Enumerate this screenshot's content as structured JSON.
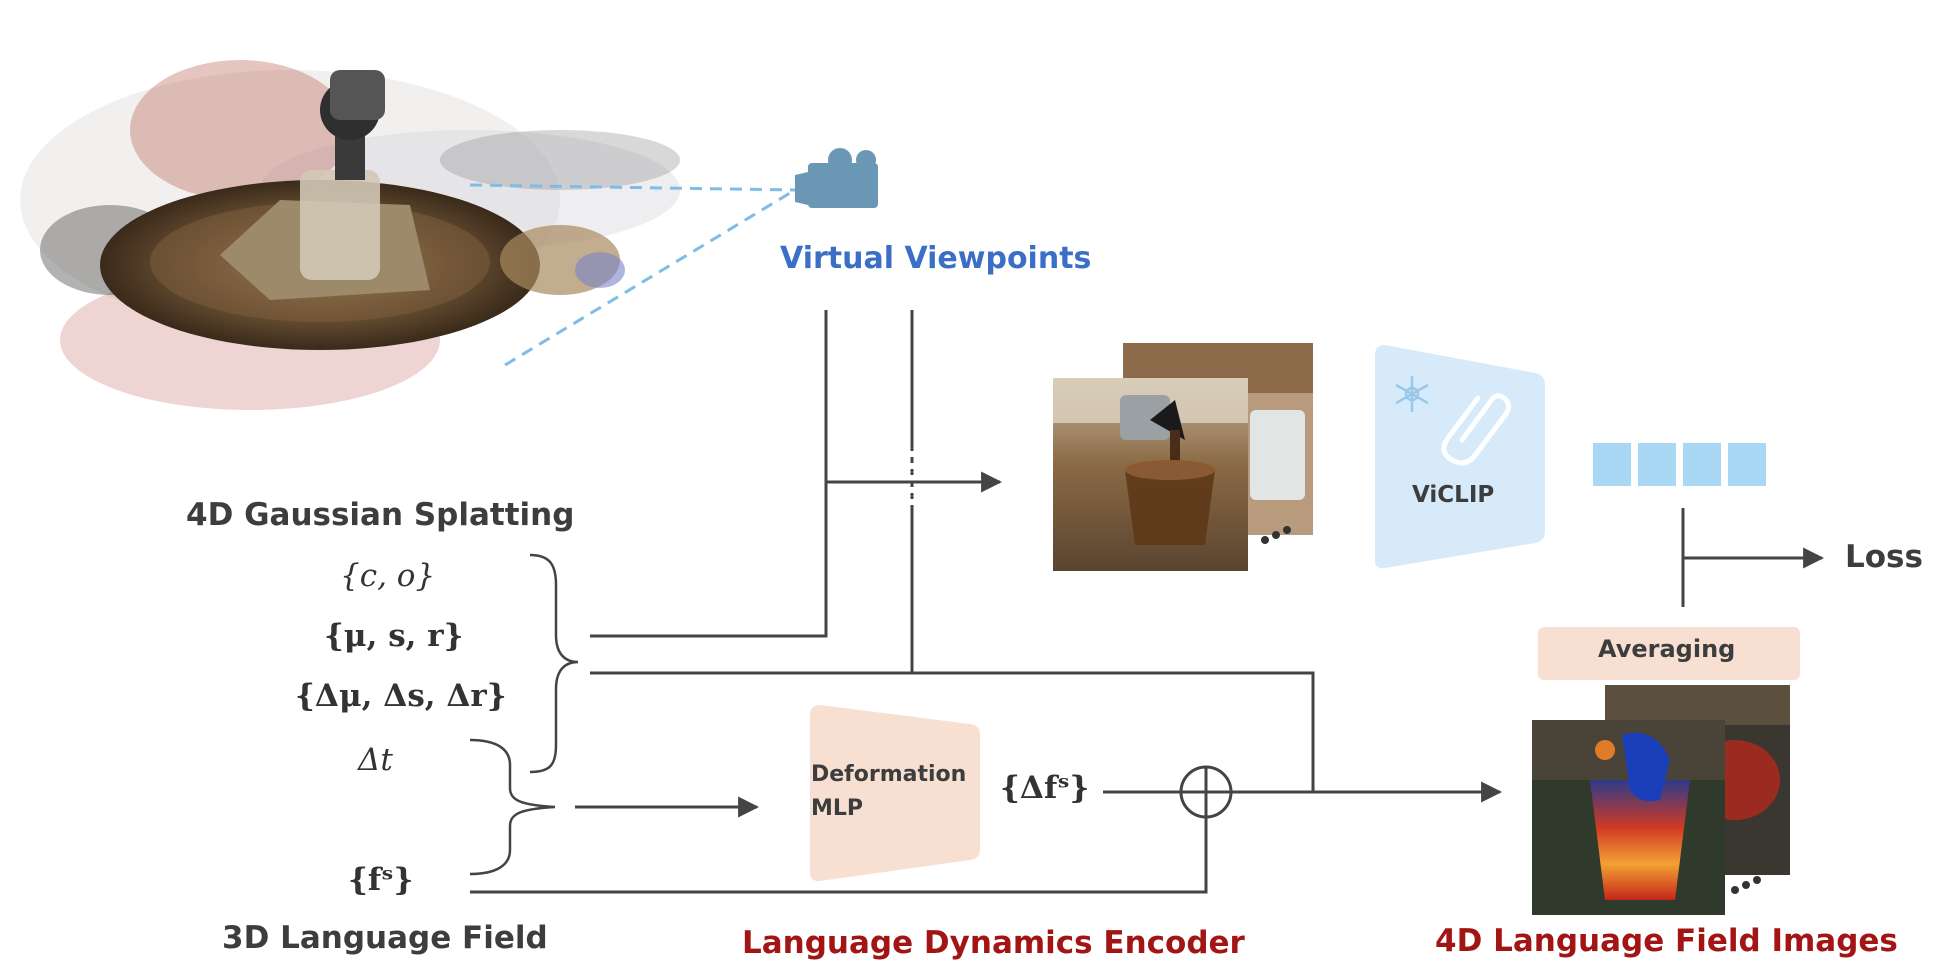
{
  "labels": {
    "gaussian": "4D Gaussian Splatting",
    "viewpoints": "Virtual Viewpoints",
    "language_field": "3D Language Field",
    "encoder": "Language Dynamics Encoder",
    "images": "4D Language Field Images",
    "loss": "Loss",
    "averaging": "Averaging",
    "viclip": "ViCLIP",
    "deformation_line1": "Deformation",
    "deformation_line2": "MLP"
  },
  "math": {
    "color_opacity": "{c, o}",
    "mu_s_r": "{μ, s, r}",
    "delta_mu_s_r": "{Δμ, Δs, Δr}",
    "delta_t": "Δt",
    "fs": "{fˢ}",
    "delta_fs": "{Δfˢ}"
  },
  "colors": {
    "lines": "#444444",
    "red_label": "#a31515",
    "blue_label": "#3b6fc6",
    "gray_label": "#3d3d3d",
    "mlp_fill": "#f7e0d2",
    "viclip_fill": "#d6eafa",
    "embedding_fill": "#a8d8f4",
    "camera": "#6a97b3"
  },
  "icons": {
    "camera": "camera-icon",
    "snowflake": "snowflake-icon",
    "clip": "paperclip-icon",
    "oplus": "circled-plus-icon"
  }
}
